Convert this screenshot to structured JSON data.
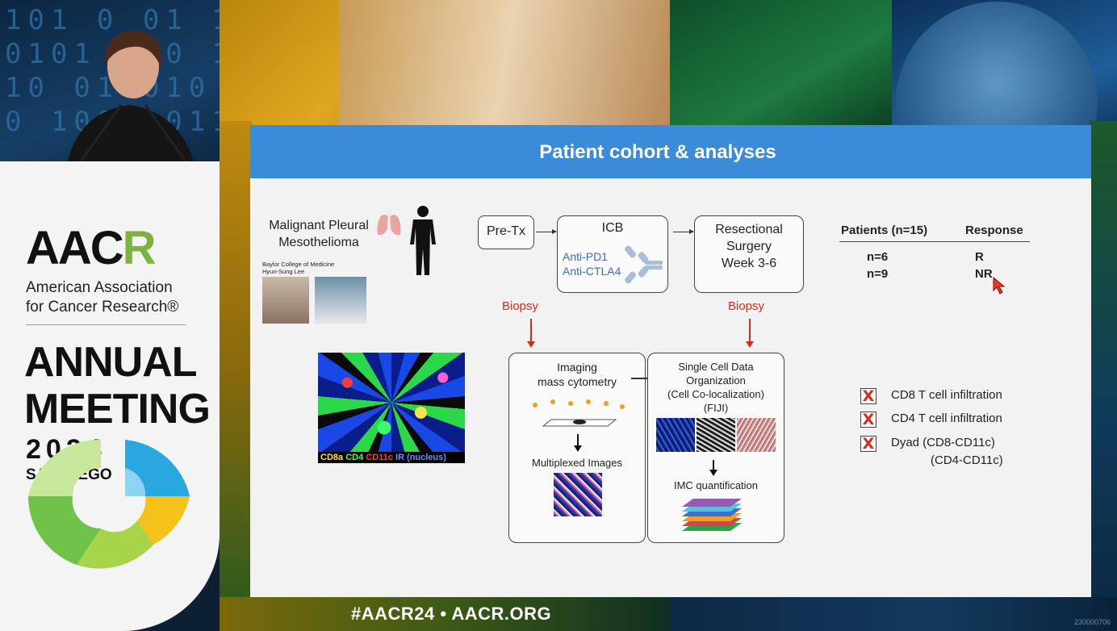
{
  "background": {
    "binary_digits": "101 0 01 10\n0101 100 1\n10 01 010 1\n0 1001 0110",
    "hashtag": "#AACR24  •  AACR.ORG",
    "corner_code": "230000706"
  },
  "branding": {
    "logo_main": "AAC",
    "logo_accent": "R",
    "org_line1": "American Association",
    "org_line2": "for Cancer Research®",
    "event_line1": "ANNUAL",
    "event_line2": "MEETING",
    "year": "2024",
    "city": "SAN DIEGO",
    "colors": {
      "green": "#7cb342",
      "blue": "#29a8e0",
      "yellow": "#f5c21b"
    }
  },
  "slide": {
    "title": "Patient cohort & analyses",
    "header_color": "#3a8bd8",
    "disease_line1": "Malignant Pleural",
    "disease_line2": "Mesothelioma",
    "institution": "Baylor College of Medicine",
    "investigator": "Hyun-Sung Lee",
    "flow": {
      "pre_tx": "Pre-Tx",
      "icb_title": "ICB",
      "icb_drug1": "Anti-PD1",
      "icb_drug2": "Anti-CTLA4",
      "surgery_line1": "Resectional",
      "surgery_line2": "Surgery",
      "surgery_line3": "Week 3-6",
      "biopsy_left": "Biopsy",
      "biopsy_right": "Biopsy"
    },
    "table": {
      "col1": "Patients (n=15)",
      "col2": "Response",
      "rows": [
        {
          "n": "n=6",
          "response": "R"
        },
        {
          "n": "n=9",
          "response": "NR"
        }
      ]
    },
    "imc_legend": {
      "cd8a": "CD8a",
      "cd4": "CD4",
      "cd11c": "CD11c",
      "ir": "IR (nucleus)"
    },
    "left_box": {
      "line1": "Imaging",
      "line2": "mass cytometry",
      "bottom": "Multiplexed Images"
    },
    "right_box": {
      "line1": "Single Cell Data",
      "line2": "Organization",
      "line3": "(Cell Co-localization)",
      "line4": "(FIJI)",
      "bottom": "IMC quantification"
    },
    "results": [
      {
        "label": "CD8 T cell infiltration"
      },
      {
        "label": "CD4 T cell infiltration"
      },
      {
        "label": "Dyad (CD8-CD11c)"
      }
    ],
    "results_extra": "(CD4-CD11c)",
    "x_mark": "X"
  }
}
